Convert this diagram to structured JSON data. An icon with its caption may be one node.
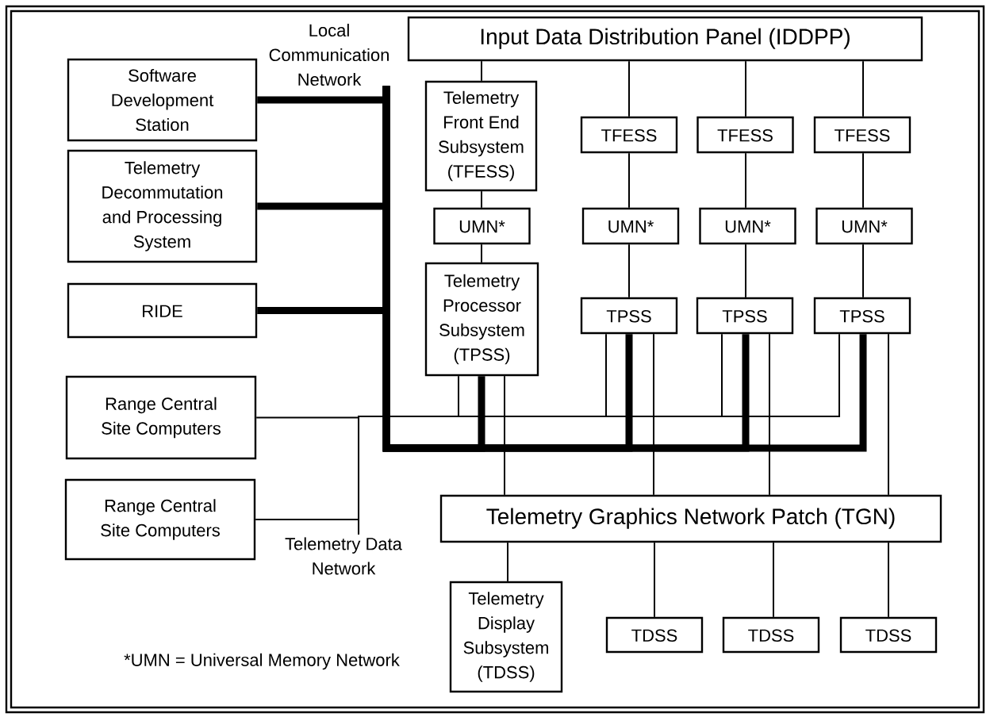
{
  "diagram": {
    "nodes": [
      {
        "text": [
          "Local Communication Network"
        ]
      },
      {
        "text": [
          "Input Data Distribution Panel (IDDPP)"
        ]
      },
      {
        "text": [
          "Software Development Station"
        ]
      },
      {
        "text": [
          "Telemetry Decommutation and Processing System"
        ]
      },
      {
        "text": [
          "RIDE"
        ]
      },
      {
        "text": [
          "Range Central Site Computers"
        ]
      },
      {
        "text": [
          "Range Central Site Computers"
        ]
      },
      {
        "text": [
          "Telemetry Front End Subsystem (TFESS)"
        ]
      },
      {
        "text": [
          "UMN*"
        ]
      },
      {
        "text": [
          "Telemetry Processor Subsystem (TPSS)"
        ]
      },
      {
        "text": [
          "TFESS"
        ]
      },
      {
        "text": [
          "UMN*"
        ]
      },
      {
        "text": [
          "TPSS"
        ]
      },
      {
        "text": [
          "TFESS"
        ]
      },
      {
        "text": [
          "UMN*"
        ]
      },
      {
        "text": [
          "TPSS"
        ]
      },
      {
        "text": [
          "TFESS"
        ]
      },
      {
        "text": [
          "UMN*"
        ]
      },
      {
        "text": [
          "TPSS"
        ]
      },
      {
        "text": [
          "Telemetry Data Network"
        ]
      },
      {
        "text": [
          "Telemetry Graphics Network Patch (TGN)"
        ]
      },
      {
        "text": [
          "Telemetry Display Subsystem (TDSS)"
        ]
      },
      {
        "text": [
          "TDSS"
        ]
      },
      {
        "text": [
          "TDSS"
        ]
      },
      {
        "text": [
          "TDSS"
        ]
      }
    ],
    "edges": [
      {
        "from": 1,
        "to": 7,
        "arrow": "none"
      },
      {
        "from": 7,
        "to": 8,
        "arrow": "none"
      },
      {
        "from": 8,
        "to": 9,
        "arrow": "none"
      },
      {
        "from": 9,
        "to": 20,
        "arrow": "none"
      },
      {
        "from": 20,
        "to": 21,
        "arrow": "none"
      },
      {
        "from": 1,
        "to": 10,
        "arrow": "none"
      },
      {
        "from": 10,
        "to": 11,
        "arrow": "none"
      },
      {
        "from": 11,
        "to": 12,
        "arrow": "none"
      },
      {
        "from": 12,
        "to": 20,
        "arrow": "none"
      },
      {
        "from": 20,
        "to": 22,
        "arrow": "none"
      },
      {
        "from": 1,
        "to": 13,
        "arrow": "none"
      },
      {
        "from": 13,
        "to": 14,
        "arrow": "none"
      },
      {
        "from": 14,
        "to": 15,
        "arrow": "none"
      },
      {
        "from": 15,
        "to": 20,
        "arrow": "none"
      },
      {
        "from": 20,
        "to": 23,
        "arrow": "none"
      },
      {
        "from": 1,
        "to": 16,
        "arrow": "none"
      },
      {
        "from": 16,
        "to": 17,
        "arrow": "none"
      },
      {
        "from": 17,
        "to": 18,
        "arrow": "none"
      },
      {
        "from": 18,
        "to": 20,
        "arrow": "none"
      },
      {
        "from": 20,
        "to": 24,
        "arrow": "none"
      },
      {
        "from": 2,
        "to": 0,
        "arrow": "none",
        "style": "thick"
      },
      {
        "from": 3,
        "to": 0,
        "arrow": "none",
        "style": "thick"
      },
      {
        "from": 4,
        "to": 0,
        "arrow": "none",
        "style": "thick"
      },
      {
        "from": 9,
        "to": 0,
        "arrow": "none",
        "style": "thick"
      },
      {
        "from": 12,
        "to": 0,
        "arrow": "none",
        "style": "thick"
      },
      {
        "from": 15,
        "to": 0,
        "arrow": "none",
        "style": "thick"
      },
      {
        "from": 18,
        "to": 0,
        "arrow": "none",
        "style": "thick"
      },
      {
        "from": 5,
        "to": 19,
        "arrow": "none"
      },
      {
        "from": 6,
        "to": 19,
        "arrow": "none"
      },
      {
        "from": 9,
        "to": 19,
        "arrow": "none"
      },
      {
        "from": 12,
        "to": 19,
        "arrow": "none"
      },
      {
        "from": 15,
        "to": 19,
        "arrow": "none"
      },
      {
        "from": 18,
        "to": 19,
        "arrow": "none"
      }
    ],
    "labels": [
      "*UMN = Universal Memory Network"
    ]
  }
}
